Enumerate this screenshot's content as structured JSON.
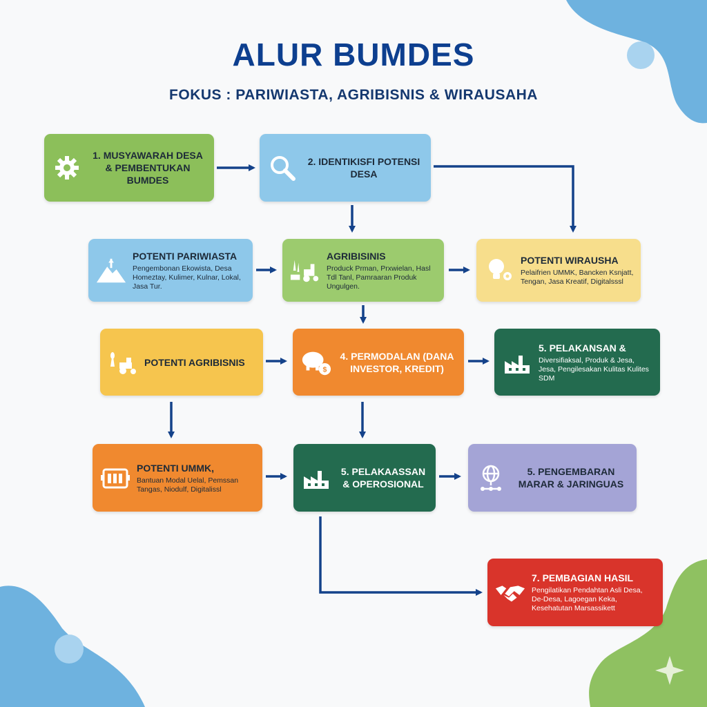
{
  "header": {
    "title": "ALUR BUMDES",
    "subtitle": "FOKUS : PARIWIASTA, AGRIBISNIS & WIRAUSAHA"
  },
  "nodes": {
    "musyawarah": {
      "title": "1. MUSYAWARAH DESA & PEMBENTUKAN BUMDES",
      "icon": "gear-icon",
      "color": "#8cbf5a"
    },
    "identifikasi": {
      "title": "2. IDENTIKISFI POTENSI DESA",
      "icon": "magnifier-icon",
      "color": "#8ec8ea"
    },
    "pariwisata": {
      "title": "POTENTI PARIWIASTA",
      "desc": "Pengembonan Ekowista, Desa Homeztay, Kulimer, Kulnar, Lokal, Jasa Tur.",
      "icon": "mountain-icon",
      "color": "#8ec8ea"
    },
    "agribisnis": {
      "title": "AGRIBISINIS",
      "desc": "Produck Prman, Prxwielan, Hasl Tdl Tanl, Pamraaran Produk Ungulgen.",
      "icon": "farm-tractor-icon",
      "color": "#9ccb6e"
    },
    "wirausha": {
      "title": "POTENTI WIRAUSHA",
      "desc": "Pelaifrien UMMK, Bancken Ksnjatt, Tengan, Jasa Kreatif, Digitalsssl",
      "icon": "lightbulb-gear-icon",
      "color": "#f7de8c"
    },
    "agribisnis2": {
      "title": "POTENTI AGRIBISNIS",
      "icon": "wheat-tractor-icon",
      "color": "#f6c54e"
    },
    "permodalan": {
      "title": "4. PERMODALAN (DANA INVESTOR, KREDIT)",
      "icon": "piggy-bank-icon",
      "color": "#f0892f"
    },
    "pelakansan": {
      "title": "5. PELAKANSAN &",
      "desc": "Diversifiaksal, Produk & Jesa, Jesa, Pengilesakan Kulitas Kulites SDM",
      "icon": "factory-icon",
      "color": "#236b4f"
    },
    "ummk": {
      "title": "POTENTI UMMK,",
      "desc": "Bantuan Modal Uelal, Pemssan Tangas, Niodulf, Digitalissl",
      "icon": "shop-icon",
      "color": "#f0892f"
    },
    "pelakaassan": {
      "title": "5. PELAKAASSAN & OPEROSIONAL",
      "icon": "factory-icon",
      "color": "#236b4f"
    },
    "pengembaran": {
      "title": "5. PENGEMBARAN MARAR & JARINGUAS",
      "icon": "globe-network-icon",
      "color": "#a4a4d6"
    },
    "pembagian": {
      "title": "7. PEMBAGIAN HASIL",
      "desc": "Pengilatikan Pendahtan Asli Desa, De-Desa, Lagoegan Keka, Kesehatutan Marsassikett",
      "icon": "handshake-icon",
      "color": "#d9342b"
    }
  },
  "theme": {
    "arrow": "#14428a",
    "title": "#0d3f8f",
    "blob_blue": "#6eb2df",
    "blob_green": "#8fc161"
  }
}
